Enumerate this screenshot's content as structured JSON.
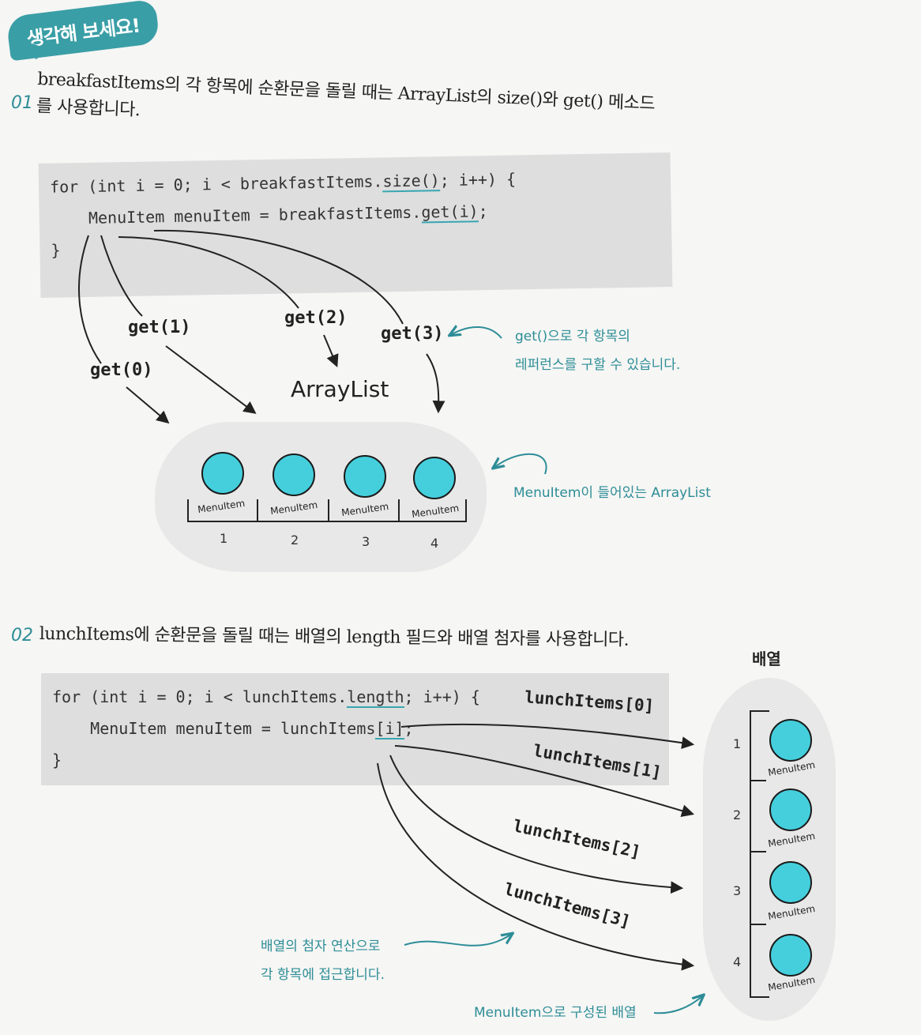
{
  "badge": "생각해 보세요!",
  "section1": {
    "number": "01",
    "text_line1": "breakfastItems의 각 항목에 순환문을 돌릴 때는 ArrayList의 size()와 get() 메소드",
    "text_line2": "를 사용합니다.",
    "code": {
      "line1_pre": "for (int i = 0; i < breakfastItems.",
      "line1_ul": "size()",
      "line1_post": "; i++) {",
      "line2_pre": "    MenuItem menuItem = breakfastItems.",
      "line2_ul": "get(i)",
      "line2_post": ";",
      "line3": "}"
    },
    "calls": [
      "get(0)",
      "get(1)",
      "get(2)",
      "get(3)"
    ],
    "container_label": "ArrayList",
    "note_get": [
      "get()으로 각 항목의",
      "레퍼런스를 구할 수 있습니다."
    ],
    "note_container": "MenuItem이 들어있는 ArrayList",
    "items": [
      {
        "label": "MenuItem",
        "index": "1"
      },
      {
        "label": "MenuItem",
        "index": "2"
      },
      {
        "label": "MenuItem",
        "index": "3"
      },
      {
        "label": "MenuItem",
        "index": "4"
      }
    ]
  },
  "section2": {
    "number": "02",
    "text": "lunchItems에 순환문을 돌릴 때는 배열의 length 필드와 배열 첨자를 사용합니다.",
    "code": {
      "line1_pre": "for (int i = 0; i < lunchItems.",
      "line1_ul": "length",
      "line1_post": "; i++) {",
      "line2_pre": "    MenuItem menuItem = lunchItems",
      "line2_ul": "[i]",
      "line2_post": ";",
      "line3": "}"
    },
    "accesses": [
      "lunchItems[0]",
      "lunchItems[1]",
      "lunchItems[2]",
      "lunchItems[3]"
    ],
    "array_label": "배열",
    "note_index": [
      "배열의 첨자 연산으로",
      "각 항목에 접근합니다."
    ],
    "note_array": "MenuItem으로 구성된 배열",
    "items": [
      {
        "label": "MenuItem",
        "index": "1"
      },
      {
        "label": "MenuItem",
        "index": "2"
      },
      {
        "label": "MenuItem",
        "index": "3"
      },
      {
        "label": "MenuItem",
        "index": "4"
      }
    ]
  },
  "colors": {
    "accent": "#2d8d97",
    "item_fill": "#45cfdd",
    "code_bg": "#dedede",
    "container_bg": "#e8e8e8"
  }
}
